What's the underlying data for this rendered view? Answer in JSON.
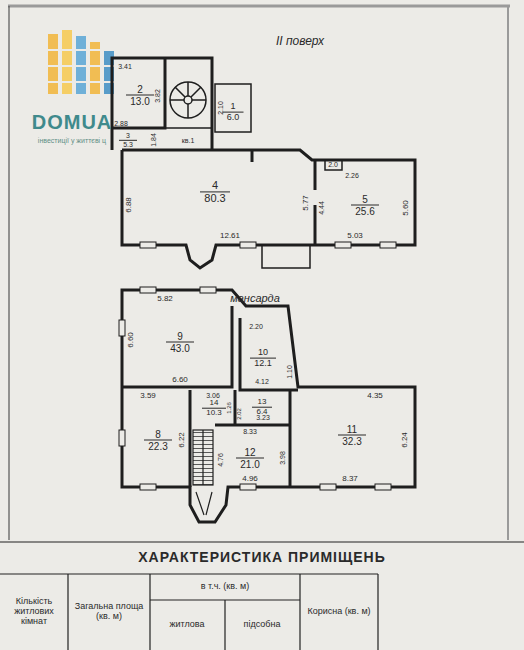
{
  "diagram": {
    "title": "ХАРАКТЕРИСТИКА ПРИМІЩЕНЬ",
    "nodes": [
      {
        "text": [
          "2",
          "13.0"
        ]
      },
      {
        "text": [
          "1",
          "6.0"
        ]
      },
      {
        "text": [
          "3",
          "5.3"
        ]
      },
      {
        "text": [
          "4",
          "80.3"
        ]
      },
      {
        "text": [
          "5",
          "25.6"
        ]
      },
      {
        "text": [
          "9",
          "43.0"
        ]
      },
      {
        "text": [
          "10",
          "12.1"
        ]
      },
      {
        "text": [
          "14",
          "10.3"
        ]
      },
      {
        "text": [
          "13",
          "6.4"
        ]
      },
      {
        "text": [
          "11",
          "32.3"
        ]
      },
      {
        "text": [
          "8",
          "22.3"
        ]
      },
      {
        "text": [
          "12",
          "21.0"
        ]
      }
    ],
    "labels": [
      "DOMUA",
      "інвестиції у життєві ц",
      "ІІ поверх",
      "кв.1",
      "3.41",
      "3.82",
      "2.88",
      "1.84",
      "2.10",
      "6.88",
      "12.61",
      "5.77",
      "2.0",
      "2.26",
      "4.44",
      "5.60",
      "5.03",
      "мансарда",
      "5.82",
      "6.60",
      "6.60",
      "2.20",
      "4.12",
      "1.10",
      "4.35",
      "6.24",
      "3.59",
      "6.22",
      "3.06",
      "1.26",
      "2.02",
      "3.23",
      "8.33",
      "3.98",
      "4.76",
      "4.96",
      "8.37",
      "Кількість житлових кімнат",
      "Загальна площа (кв. м)",
      "в т.ч. (кв. м)",
      "житлова",
      "підсобна",
      "Корисна (кв. м)"
    ]
  }
}
